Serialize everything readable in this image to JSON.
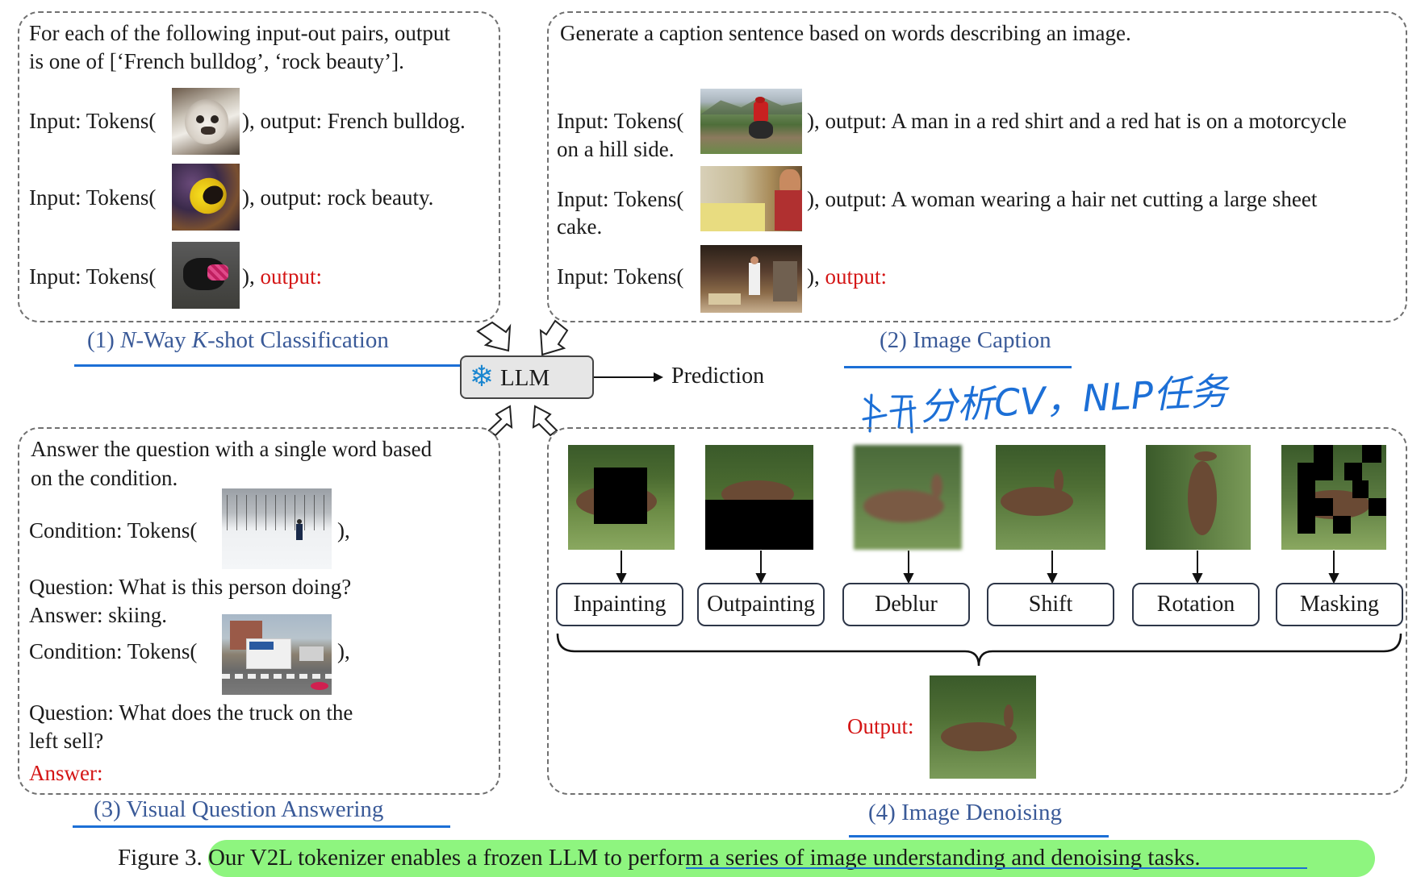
{
  "panel1": {
    "instruction_line1": "For each of the following input-out pairs, output",
    "instruction_line2": "is one of [‘French bulldog’, ‘rock beauty’].",
    "rows": [
      {
        "prefix": "Input: Tokens(",
        "suffix": "), output: French bulldog."
      },
      {
        "prefix": "Input: Tokens(",
        "suffix": "), output: rock beauty."
      },
      {
        "prefix": "Input: Tokens(",
        "suffix": "), ",
        "red": "output:"
      }
    ],
    "title_pre": "(1) ",
    "title_n": "N",
    "title_mid": "-Way ",
    "title_k": "K",
    "title_post": "-shot Classification"
  },
  "panel2": {
    "instruction": "Generate a caption sentence based on words describing an image.",
    "rows": [
      {
        "prefix": "Input: Tokens(",
        "suffix": "), output: A man in a red shirt and a red hat is on a motorcycle",
        "wrap": "on a hill side."
      },
      {
        "prefix": "Input: Tokens(",
        "suffix": "), output: A woman wearing a hair net cutting a large sheet",
        "wrap": "cake."
      },
      {
        "prefix": "Input: Tokens(",
        "suffix": "), ",
        "red": "output:"
      }
    ],
    "title": "(2) Image Caption"
  },
  "center": {
    "llm_label": "LLM",
    "prediction": "Prediction",
    "handwritten_note": "分析CV，NLP任务"
  },
  "panel3": {
    "instruction_line1": "Answer the question with a single word based",
    "instruction_line2": "on the condition.",
    "cond1": "Condition: Tokens(",
    "cond1_close": "),",
    "q1": "Question: What is this person doing?",
    "a1": "Answer: skiing.",
    "cond2": "Condition: Tokens(",
    "cond2_close": "),",
    "q2_line1": "Question: What does the truck on the",
    "q2_line2": "left sell?",
    "answer_red": "Answer:",
    "title": "(3) Visual Question Answering"
  },
  "panel4": {
    "tasks": [
      "Inpainting",
      "Outpainting",
      "Deblur",
      "Shift",
      "Rotation",
      "Masking"
    ],
    "output_label": "Output:",
    "title": "(4) Image Denoising"
  },
  "caption": {
    "figure": "Figure 3",
    "text": ". Our V2L tokenizer enables a frozen LLM to perform a series of image understanding and denoising tasks."
  },
  "colors": {
    "red": "#d41515",
    "title_blue": "#3a5a98",
    "underline_blue": "#1c6fd6",
    "highlight_green": "#8ef57f",
    "border_gray": "#707070"
  }
}
